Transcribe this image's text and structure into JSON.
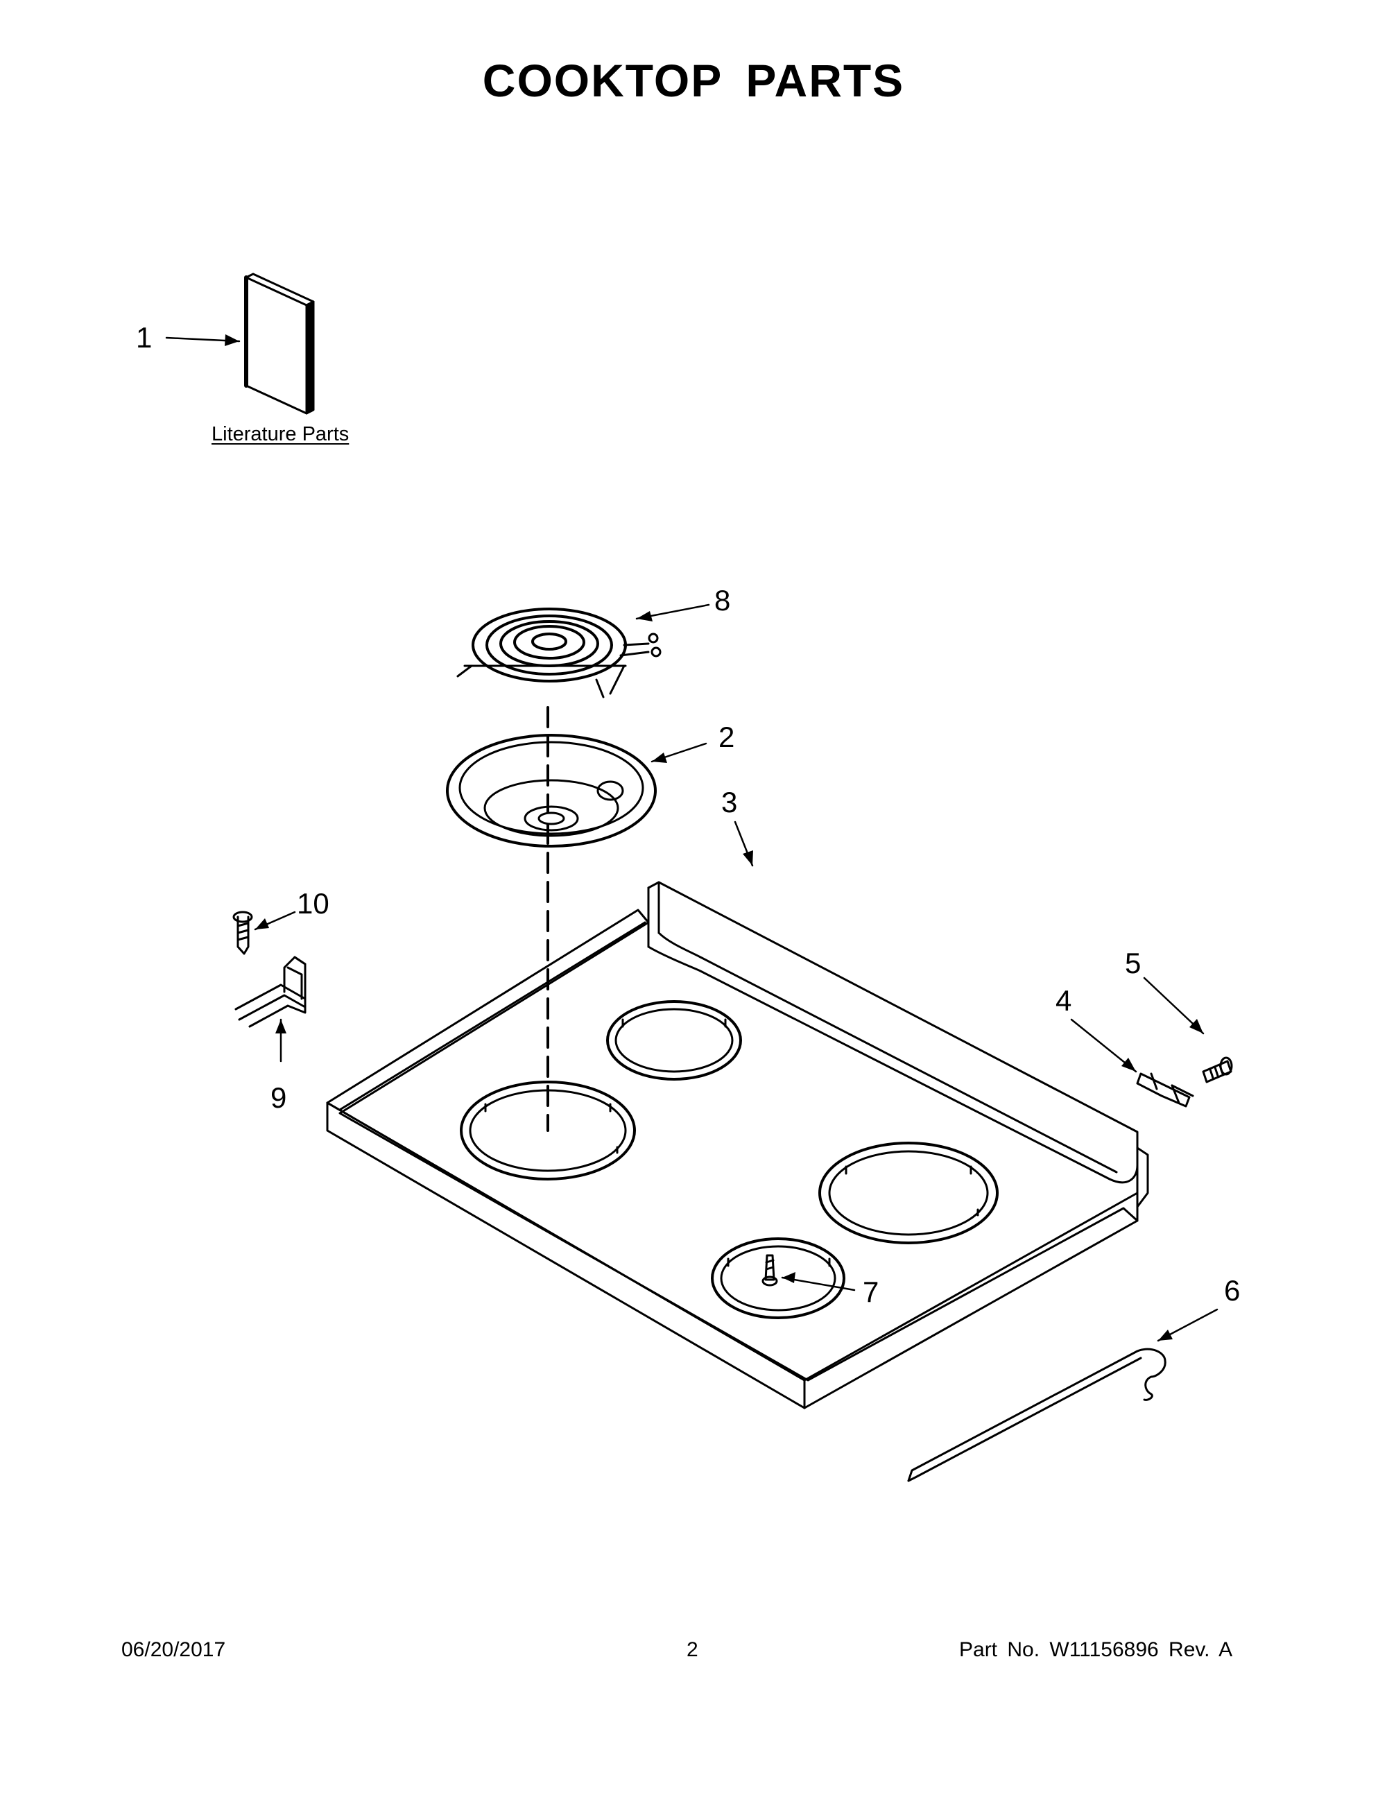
{
  "title": "COOKTOP PARTS",
  "literature_label": "Literature Parts",
  "callouts": {
    "c1": "1",
    "c2": "2",
    "c3": "3",
    "c4": "4",
    "c5": "5",
    "c6": "6",
    "c7": "7",
    "c8": "8",
    "c9": "9",
    "c10": "10"
  },
  "footer": {
    "date": "06/20/2017",
    "page": "2",
    "part_text": "Part No.  W11156896  Rev.  A"
  }
}
